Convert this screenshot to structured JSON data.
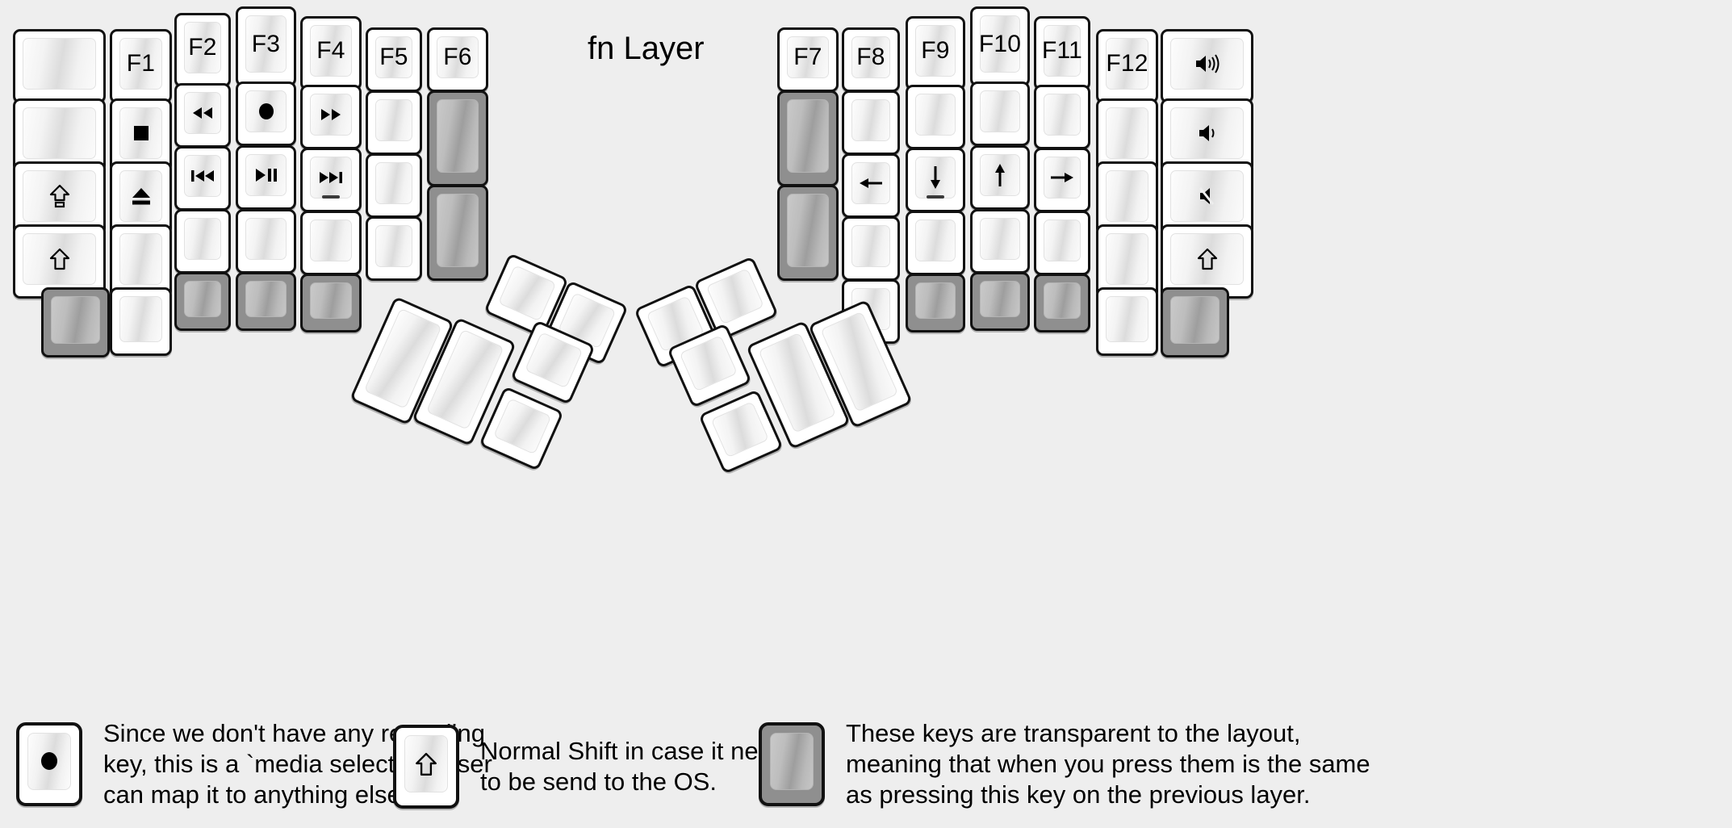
{
  "title": "fn Layer",
  "colors": {
    "background": "#eeeeee",
    "keycap": "#ffffff",
    "keycap_border": "#111111",
    "transparent_key": "#8f8f8f",
    "text": "#000000"
  },
  "left_half": {
    "columns": [
      {
        "name": "col-outer-1_5u",
        "keys": [
          {
            "label": "",
            "icon": "",
            "type": "normal"
          },
          {
            "label": "",
            "icon": "",
            "type": "normal"
          },
          {
            "label": "",
            "icon": "caps-lock-icon",
            "type": "normal"
          },
          {
            "label": "",
            "icon": "shift-icon",
            "type": "normal"
          },
          {
            "label": "",
            "icon": "",
            "type": "transparent"
          }
        ]
      },
      {
        "name": "col-f1",
        "keys": [
          {
            "label": "F1",
            "icon": "",
            "type": "normal"
          },
          {
            "label": "",
            "icon": "media-stop-icon",
            "type": "normal"
          },
          {
            "label": "",
            "icon": "eject-icon",
            "type": "normal"
          },
          {
            "label": "",
            "icon": "",
            "type": "normal"
          },
          {
            "label": "",
            "icon": "",
            "type": "normal"
          }
        ]
      },
      {
        "name": "col-f2",
        "keys": [
          {
            "label": "F2",
            "icon": "",
            "type": "normal"
          },
          {
            "label": "",
            "icon": "media-rewind-icon",
            "type": "normal"
          },
          {
            "label": "",
            "icon": "media-previous-icon",
            "type": "normal"
          },
          {
            "label": "",
            "icon": "",
            "type": "normal"
          },
          {
            "label": "",
            "icon": "",
            "type": "transparent"
          }
        ]
      },
      {
        "name": "col-f3",
        "keys": [
          {
            "label": "F3",
            "icon": "",
            "type": "normal"
          },
          {
            "label": "",
            "icon": "media-record-icon",
            "type": "normal"
          },
          {
            "label": "",
            "icon": "media-play-pause-icon",
            "type": "normal"
          },
          {
            "label": "",
            "icon": "",
            "type": "normal"
          },
          {
            "label": "",
            "icon": "",
            "type": "transparent"
          }
        ]
      },
      {
        "name": "col-f4",
        "keys": [
          {
            "label": "F4",
            "icon": "",
            "type": "normal"
          },
          {
            "label": "",
            "icon": "media-fast-forward-icon",
            "type": "normal"
          },
          {
            "label": "",
            "icon": "media-next-icon",
            "type": "normal",
            "homing": true
          },
          {
            "label": "",
            "icon": "",
            "type": "normal"
          },
          {
            "label": "",
            "icon": "",
            "type": "transparent"
          }
        ]
      },
      {
        "name": "col-f5",
        "keys": [
          {
            "label": "F5",
            "icon": "",
            "type": "normal"
          },
          {
            "label": "",
            "icon": "",
            "type": "normal"
          },
          {
            "label": "",
            "icon": "",
            "type": "normal"
          },
          {
            "label": "",
            "icon": "",
            "type": "normal"
          }
        ]
      },
      {
        "name": "col-f6",
        "keys": [
          {
            "label": "F6",
            "icon": "",
            "type": "normal"
          },
          {
            "label": "",
            "icon": "",
            "type": "transparent",
            "tall": true
          },
          {
            "label": "",
            "icon": "",
            "type": "transparent",
            "tall": true
          }
        ]
      }
    ],
    "thumb_cluster": {
      "name": "left-thumb-cluster",
      "keys": [
        {
          "label": "",
          "icon": "",
          "type": "normal",
          "size": "1.5u-tall"
        },
        {
          "label": "",
          "icon": "",
          "type": "normal",
          "size": "1.5u-tall"
        },
        {
          "label": "",
          "icon": "",
          "type": "normal",
          "size": "1u"
        },
        {
          "label": "",
          "icon": "",
          "type": "normal",
          "size": "1u"
        },
        {
          "label": "",
          "icon": "",
          "type": "normal",
          "size": "1u"
        },
        {
          "label": "",
          "icon": "",
          "type": "normal",
          "size": "1u"
        }
      ]
    }
  },
  "right_half": {
    "columns": [
      {
        "name": "col-f7",
        "keys": [
          {
            "label": "F7",
            "icon": "",
            "type": "normal"
          },
          {
            "label": "",
            "icon": "",
            "type": "transparent",
            "tall": true
          },
          {
            "label": "",
            "icon": "",
            "type": "transparent",
            "tall": true
          }
        ]
      },
      {
        "name": "col-f8",
        "keys": [
          {
            "label": "F8",
            "icon": "",
            "type": "normal"
          },
          {
            "label": "",
            "icon": "",
            "type": "normal"
          },
          {
            "label": "",
            "icon": "arrow-left-icon",
            "type": "normal"
          },
          {
            "label": "",
            "icon": "",
            "type": "normal"
          },
          {
            "label": "",
            "icon": "",
            "type": "normal"
          }
        ]
      },
      {
        "name": "col-f9",
        "keys": [
          {
            "label": "F9",
            "icon": "",
            "type": "normal"
          },
          {
            "label": "",
            "icon": "",
            "type": "normal"
          },
          {
            "label": "",
            "icon": "arrow-down-icon",
            "type": "normal",
            "homing": true
          },
          {
            "label": "",
            "icon": "",
            "type": "normal"
          },
          {
            "label": "",
            "icon": "",
            "type": "transparent"
          }
        ]
      },
      {
        "name": "col-f10",
        "keys": [
          {
            "label": "F10",
            "icon": "",
            "type": "normal"
          },
          {
            "label": "",
            "icon": "",
            "type": "normal"
          },
          {
            "label": "",
            "icon": "arrow-up-icon",
            "type": "normal"
          },
          {
            "label": "",
            "icon": "",
            "type": "normal"
          },
          {
            "label": "",
            "icon": "",
            "type": "transparent"
          }
        ]
      },
      {
        "name": "col-f11",
        "keys": [
          {
            "label": "F11",
            "icon": "",
            "type": "normal"
          },
          {
            "label": "",
            "icon": "",
            "type": "normal"
          },
          {
            "label": "",
            "icon": "arrow-right-icon",
            "type": "normal"
          },
          {
            "label": "",
            "icon": "",
            "type": "normal"
          },
          {
            "label": "",
            "icon": "",
            "type": "transparent"
          }
        ]
      },
      {
        "name": "col-f12",
        "keys": [
          {
            "label": "F12",
            "icon": "",
            "type": "normal"
          },
          {
            "label": "",
            "icon": "",
            "type": "normal"
          },
          {
            "label": "",
            "icon": "",
            "type": "normal"
          },
          {
            "label": "",
            "icon": "",
            "type": "normal"
          },
          {
            "label": "",
            "icon": "",
            "type": "normal"
          }
        ]
      },
      {
        "name": "col-outer-right",
        "keys": [
          {
            "label": "",
            "icon": "volume-up-icon",
            "type": "normal"
          },
          {
            "label": "",
            "icon": "volume-down-icon",
            "type": "normal"
          },
          {
            "label": "",
            "icon": "volume-mute-icon",
            "type": "normal"
          },
          {
            "label": "",
            "icon": "shift-icon",
            "type": "normal"
          },
          {
            "label": "",
            "icon": "",
            "type": "transparent"
          }
        ]
      }
    ],
    "thumb_cluster": {
      "name": "right-thumb-cluster",
      "keys": [
        {
          "label": "",
          "icon": "",
          "type": "normal",
          "size": "1u"
        },
        {
          "label": "",
          "icon": "",
          "type": "normal",
          "size": "1u"
        },
        {
          "label": "",
          "icon": "",
          "type": "normal",
          "size": "1u"
        },
        {
          "label": "",
          "icon": "",
          "type": "normal",
          "size": "1u"
        },
        {
          "label": "",
          "icon": "",
          "type": "normal",
          "size": "1.5u-tall"
        },
        {
          "label": "",
          "icon": "",
          "type": "normal",
          "size": "1.5u-tall"
        }
      ]
    }
  },
  "legend": [
    {
      "key_icon": "media-record-icon",
      "key_type": "normal",
      "text": "Since we don't have any recording\nkey, this is a `media select` so user\ncan map it to anything else."
    },
    {
      "key_icon": "shift-icon",
      "key_type": "normal",
      "text": "Normal Shift in case it needs\nto be send to the OS."
    },
    {
      "key_icon": "",
      "key_type": "transparent",
      "text": "These keys are transparent to the layout,\nmeaning that when you press them is the same\nas pressing this key on the previous layer."
    }
  ]
}
